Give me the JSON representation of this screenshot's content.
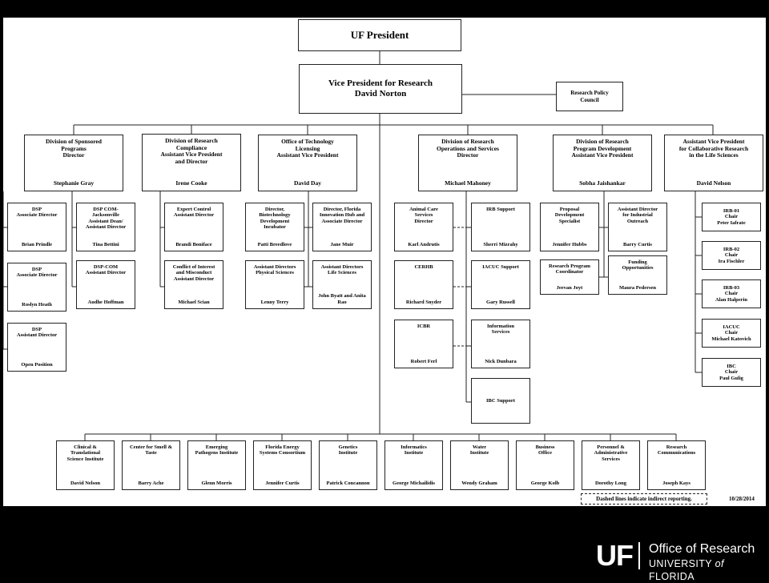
{
  "top": {
    "president": {
      "title": "UF President"
    },
    "vp": {
      "title": "Vice President for Research",
      "person": "David Norton"
    },
    "council": {
      "title": "Research Policy\nCouncil"
    }
  },
  "divisions": [
    {
      "title": "Division of Sponsored\nPrograms\nDirector",
      "person": "Stephanie Gray"
    },
    {
      "title": "Division of Research\nCompliance\nAssistant Vice President\nand Director",
      "person": "Irene Cooke"
    },
    {
      "title": "Office of Technology\nLicensing\nAssistant Vice President",
      "person": "David Day"
    },
    {
      "title": "Division of Research\nOperations and Services\nDirector",
      "person": "Michael Mahoney"
    },
    {
      "title": "Division of Research\nProgram Development\nAssistant Vice President",
      "person": "Sobha Jaishankar"
    },
    {
      "title": "Assistant Vice President\nfor Collaborative Research\nin the Life Sciences",
      "person": "David Nelson"
    }
  ],
  "sponsored": [
    {
      "title": "DSP\nAssociate Director",
      "person": "Brian Prindle"
    },
    {
      "title": "DSP COM-\nJacksonville\nAssistant Dean/\nAssistant Director",
      "person": "Tina Bettini"
    },
    {
      "title": "DSP\nAssociate Director",
      "person": "Roslyn Heath"
    },
    {
      "title": "DSP-COM\nAssistant Director",
      "person": "Audhe Hoffman"
    },
    {
      "title": "DSP\nAssistant Director",
      "person": "Open Position"
    }
  ],
  "compliance": [
    {
      "title": "Expert Control\nAssistant Director",
      "person": "Brandi Boniface"
    },
    {
      "title": "Conflict of Interest\nand Misconduct\nAssistant Director",
      "person": "Michael Scian"
    }
  ],
  "licensing": [
    {
      "title": "Director,\nBiotechnology\nDevelopment\nIncubator",
      "person": "Patti Breedlove"
    },
    {
      "title": "Director, Florida\nInnovation Hub and\nAssociate Director",
      "person": "Jane Muir"
    },
    {
      "title": "Assistant Directors\nPhysical Sciences",
      "person": "Lenny Terry"
    },
    {
      "title": "Assistant Directors\nLife Sciences",
      "person": "John Byatt and\nAnita Rao"
    }
  ],
  "operations": [
    {
      "title": "Animal Care\nServices\nDirector",
      "person": "Karl Andrutis"
    },
    {
      "title": "IRB Support",
      "person": "Sherri Mizrahy"
    },
    {
      "title": "CERHB",
      "person": "Richard Snyder"
    },
    {
      "title": "IACUC Support",
      "person": "Gary Russell"
    },
    {
      "title": "ICBR",
      "person": "Robert Ferl"
    },
    {
      "title": "Information\nServices",
      "person": "Nick Dunbara"
    },
    {
      "title": "IBC Support",
      "person": ""
    }
  ],
  "program_dev": [
    {
      "title": "Proposal\nDevelopment\nSpecialist",
      "person": "Jennifer Hubbs"
    },
    {
      "title": "Assistant Director\nfor Industrial\nOutreach",
      "person": "Barry Curtis"
    },
    {
      "title": "Research Program\nCoordinator",
      "person": "Jeevan Joyt"
    },
    {
      "title": "Funding\nOpportunities",
      "person": "Maura Pedersen"
    }
  ],
  "committees": [
    {
      "title": "IRB-01\nChair",
      "person": "Peter Iafrate"
    },
    {
      "title": "IRB-02\nChair",
      "person": "Ira Fischler"
    },
    {
      "title": "IRB-03\nChair",
      "person": "Alan Halperin"
    },
    {
      "title": "IACUC\nChair",
      "person": "Michael Katovich"
    },
    {
      "title": "IBC\nChair",
      "person": "Paul Gulig"
    }
  ],
  "institutes": [
    {
      "title": "Clinical &\nTranslational\nScience Institute",
      "person": "David Nelson"
    },
    {
      "title": "Center for Smell &\nTaste",
      "person": "Barry Ache"
    },
    {
      "title": "Emerging\nPathogens Institute",
      "person": "Glenn Morris"
    },
    {
      "title": "Florida Energy\nSystems Consortium",
      "person": "Jennifer Curtis"
    },
    {
      "title": "Genetics\nInstitute",
      "person": "Patrick Concannon"
    },
    {
      "title": "Informatics\nInstitute",
      "person": "George Michailidis"
    },
    {
      "title": "Water\nInstitute",
      "person": "Wendy Graham"
    },
    {
      "title": "Business\nOffice",
      "person": "George Kolb"
    },
    {
      "title": "Personnel &\nAdministrative\nServices",
      "person": "Dorothy Long"
    },
    {
      "title": "Research\nCommunications",
      "person": "Joseph Kays"
    }
  ],
  "legend": {
    "dashed_note": "Dashed lines indicate indirect reporting.",
    "date": "10/28/2014"
  },
  "footer": {
    "logo": "UF",
    "office": "Office of Research",
    "university_prefix": "UNIVERSITY ",
    "university_of": "of",
    "university_suffix": " FLORIDA"
  },
  "colors": {
    "background": "#000000",
    "chart_bg": "#ffffff",
    "line": "#222222"
  }
}
